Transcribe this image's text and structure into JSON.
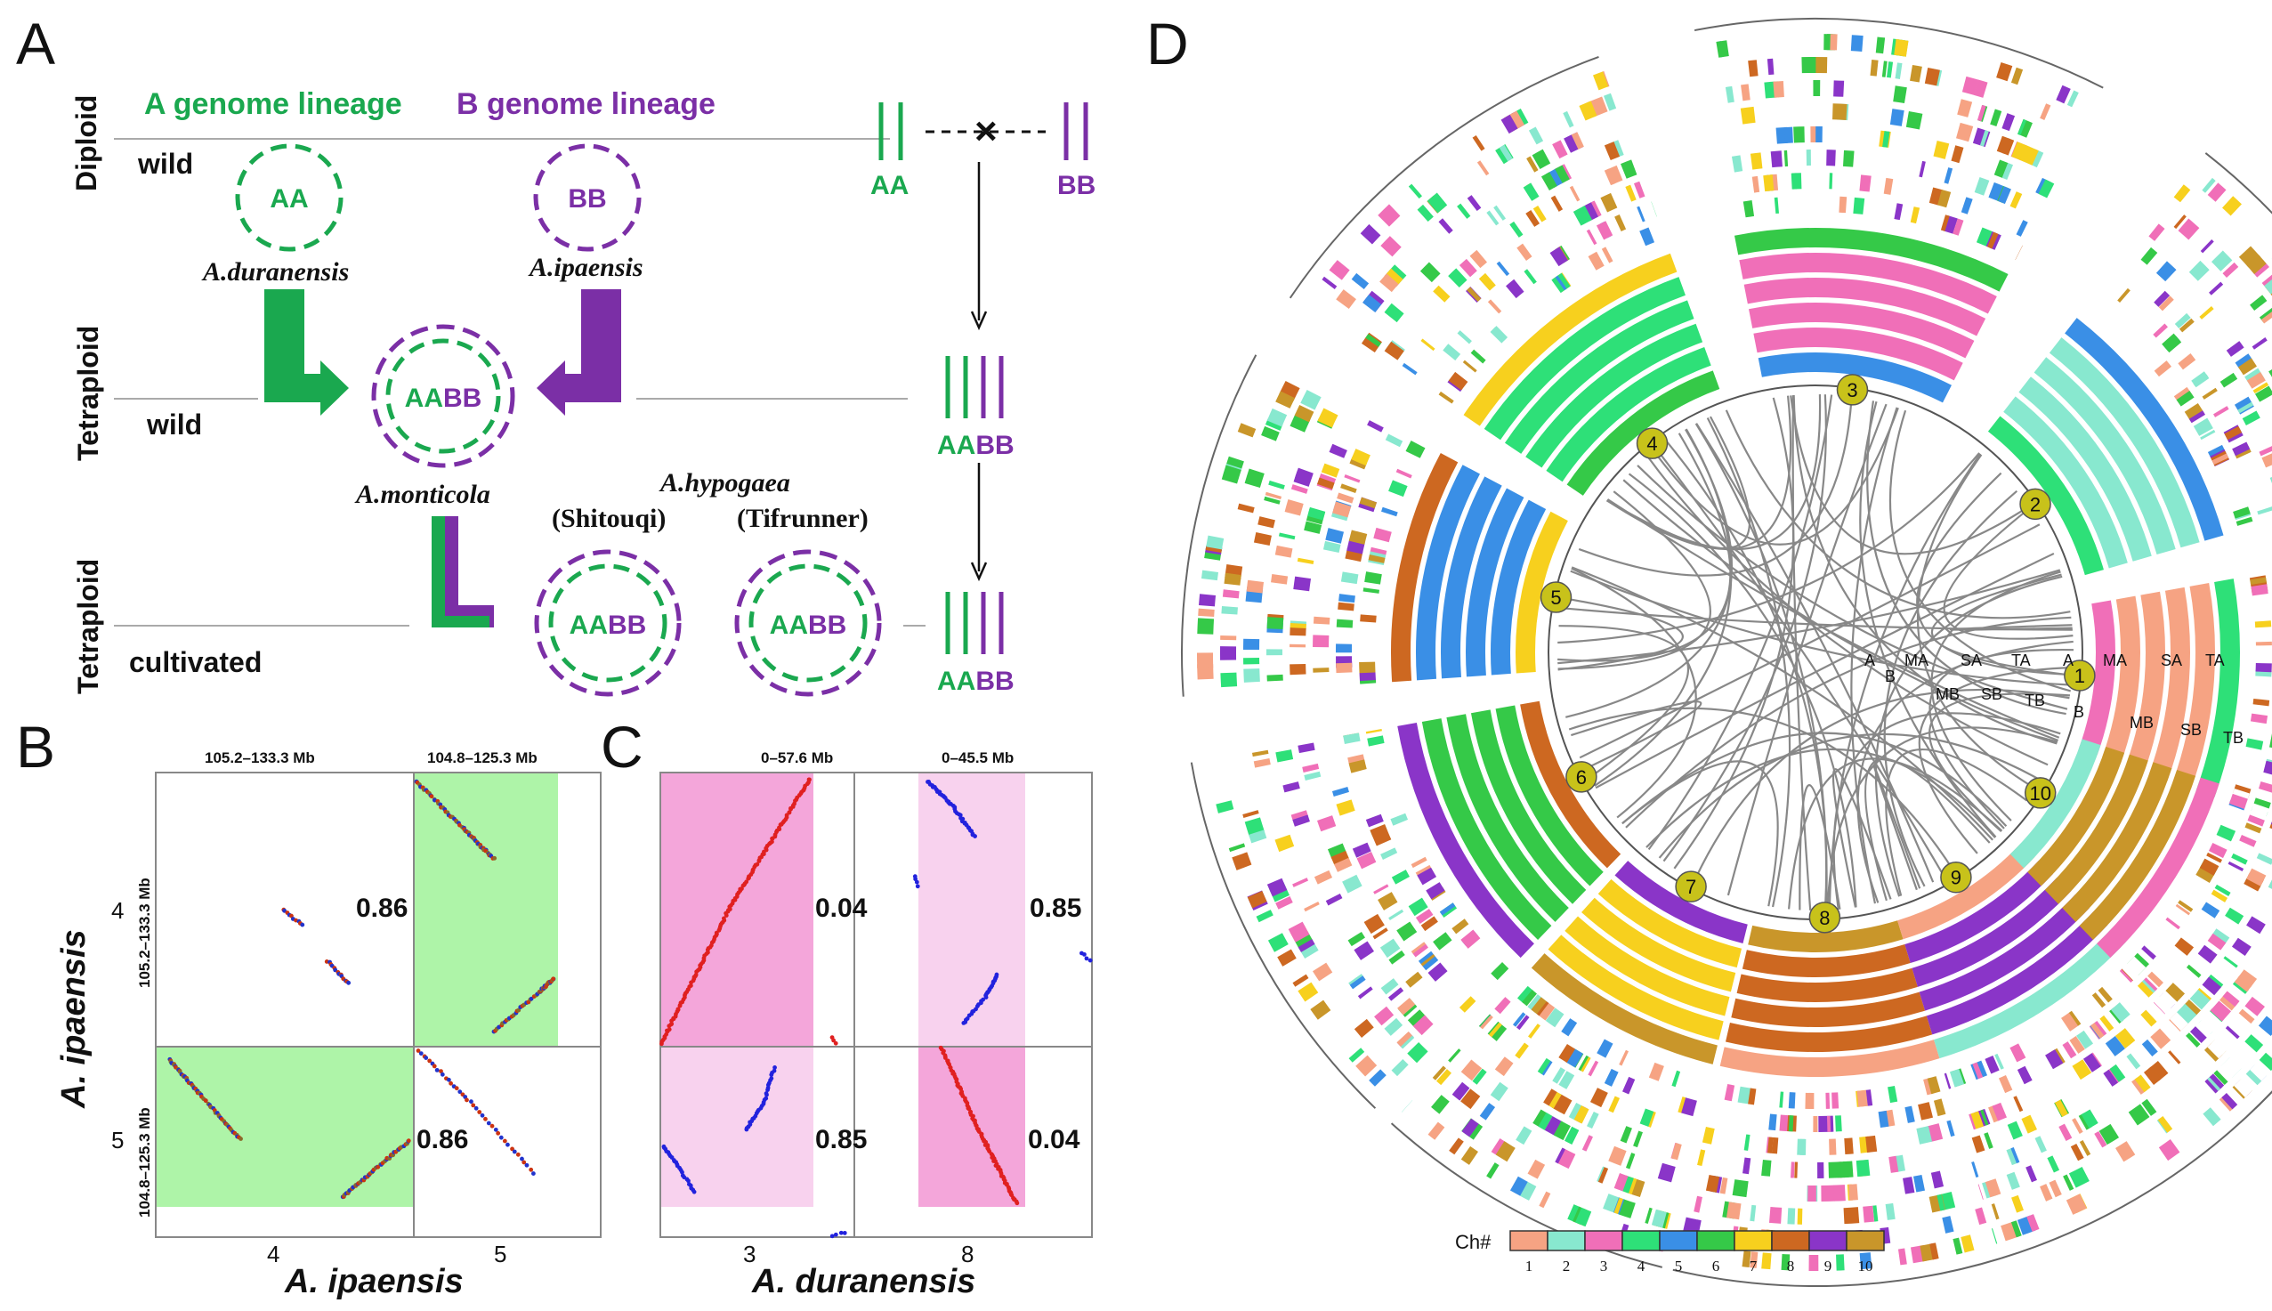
{
  "colors": {
    "a_genome": "#1aa84f",
    "b_genome": "#7b2fa6",
    "green_shade": "#aef4a8",
    "pink_dark": "#f4a6da",
    "pink_light": "#f8d2ee",
    "links": "#888888",
    "chrom_label_bg": "#c8c21a"
  },
  "panel_a": {
    "letter": "A",
    "a_lineage": "A genome lineage",
    "b_lineage": "B genome lineage",
    "diploid": "Diploid",
    "tetraploid_wild": "Tetraploid",
    "tetraploid_cult": "Tetraploid",
    "wild_1": "wild",
    "wild_2": "wild",
    "cultivated": "cultivated",
    "aa": "AA",
    "bb": "BB",
    "aabb": "AABB",
    "duranensis": "A.duranensis",
    "ipaensis": "A.ipaensis",
    "monticola": "A.monticola",
    "hypogaea": "A.hypogaea",
    "shitouqi": "(Shitouqi)",
    "tifrunner": "(Tifrunner)",
    "cross": "×",
    "schematic_aa": "AA",
    "schematic_bb": "BB",
    "schematic_aa2": "AA",
    "schematic_bb2": "BB",
    "schematic_aa3": "AA",
    "schematic_bb3": "BB"
  },
  "panel_b": {
    "letter": "B",
    "col_range_1": "105.2–133.3 Mb",
    "col_range_2": "104.8–125.3 Mb",
    "row_range_1": "105.2–133.3 Mb",
    "row_range_2": "104.8–125.3 Mb",
    "value_tl": "0.86",
    "value_bl": "0.86",
    "x_tick_1": "4",
    "x_tick_2": "5",
    "y_tick_1": "4",
    "y_tick_2": "5",
    "xlabel": "A. ipaensis",
    "ylabel": "A. ipaensis"
  },
  "panel_c": {
    "letter": "C",
    "col_range_1": "0–57.6 Mb",
    "col_range_2": "0–45.5 Mb",
    "value_tl": "0.04",
    "value_tr": "0.85",
    "value_bl": "0.85",
    "value_br": "0.04",
    "x_tick_1": "3",
    "x_tick_2": "8",
    "xlabel": "A. duranensis"
  },
  "panel_d": {
    "letter": "D",
    "chromosomes": [
      "1",
      "2",
      "3",
      "4",
      "5",
      "6",
      "7",
      "8",
      "9",
      "10"
    ],
    "track_labels_a": [
      "A",
      "MA",
      "SA",
      "TA",
      "A",
      "MA",
      "SA",
      "TA"
    ],
    "track_labels_b": [
      "B",
      "MB",
      "SB",
      "TB",
      "B",
      "MB",
      "SB",
      "TB"
    ],
    "legend_title": "Ch#",
    "legend_numbers": [
      "1",
      "2",
      "3",
      "4",
      "5",
      "6",
      "7",
      "8",
      "9",
      "10"
    ],
    "chrom_colors": [
      "#f6a383",
      "#88e8cf",
      "#f06fb8",
      "#2ee078",
      "#3a8fe6",
      "#35c948",
      "#f7d01e",
      "#cd6821",
      "#8a35c8",
      "#c9962a"
    ]
  }
}
